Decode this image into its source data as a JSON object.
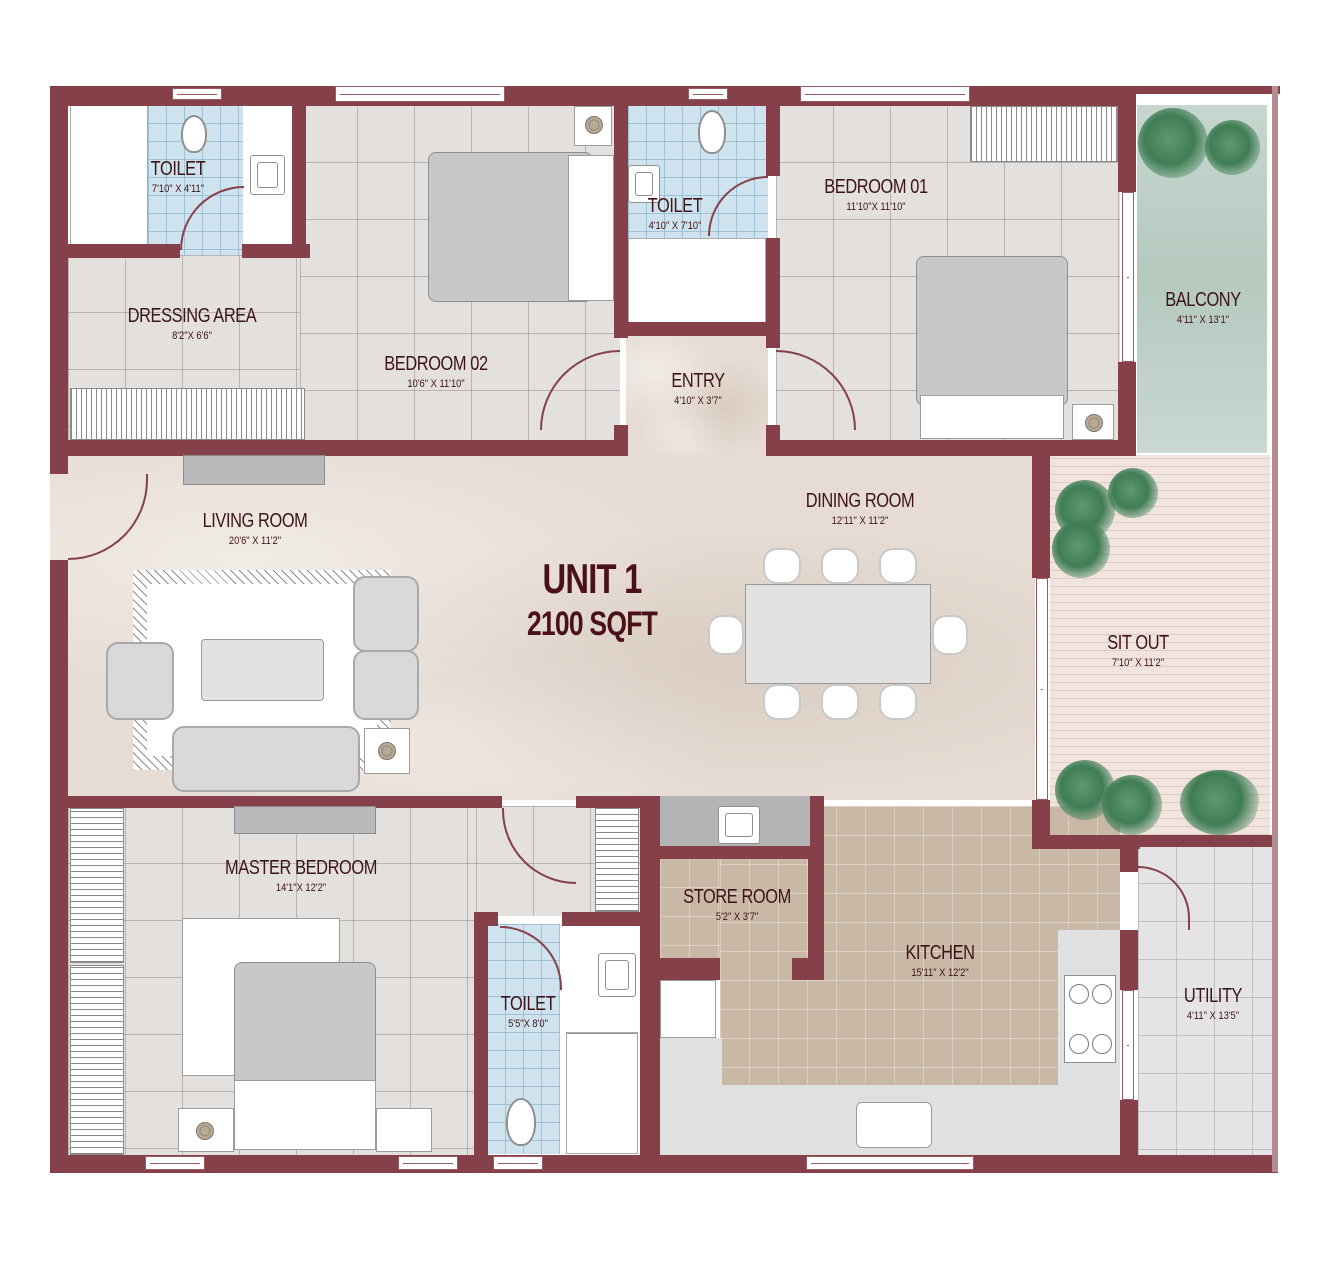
{
  "unit": {
    "name": "UNIT 1",
    "area": "2100 SQFT"
  },
  "rooms": {
    "toilet_nw": {
      "name": "TOILET",
      "dimensions": "7'10\" X 4'11\""
    },
    "dressing_area": {
      "name": "DRESSING AREA",
      "dimensions": "8'2\"X 6'6\""
    },
    "bedroom_02": {
      "name": "BEDROOM 02",
      "dimensions": "10'6\" X 11'10\""
    },
    "toilet_n": {
      "name": "TOILET",
      "dimensions": "4'10\" X 7'10\""
    },
    "entry": {
      "name": "ENTRY",
      "dimensions": "4'10\" X 3'7\""
    },
    "bedroom_01": {
      "name": "BEDROOM 01",
      "dimensions": "11'10\"X 11'10\""
    },
    "balcony": {
      "name": "BALCONY",
      "dimensions": "4'11\" X 13'1\""
    },
    "living_room": {
      "name": "LIVING ROOM",
      "dimensions": "20'6\" X 11'2\""
    },
    "dining_room": {
      "name": "DINING ROOM",
      "dimensions": "12'11\" X 11'2\""
    },
    "sit_out": {
      "name": "SIT OUT",
      "dimensions": "7'10\" X 11'2\""
    },
    "master_bedroom": {
      "name": "MASTER BEDROOM",
      "dimensions": "14'1\"X 12'2\""
    },
    "toilet_s": {
      "name": "TOILET",
      "dimensions": "5'5\"X 8'0\""
    },
    "store_room": {
      "name": "STORE ROOM",
      "dimensions": "5'2\" X 3'7\""
    },
    "kitchen": {
      "name": "KITCHEN",
      "dimensions": "15'11\" X 12'2\""
    },
    "utility": {
      "name": "UTILITY",
      "dimensions": "4'11\" X 13'5\""
    }
  },
  "colors": {
    "wall": "#86404a",
    "label": "#3d1418",
    "bathroom_floor": "#cfe3ee",
    "kitchen_floor": "#c9b8a6",
    "balcony_floor": "#c7d6cf",
    "sit_out_floor": "#f1e4de",
    "marble_floor": "#e6dcd3"
  }
}
